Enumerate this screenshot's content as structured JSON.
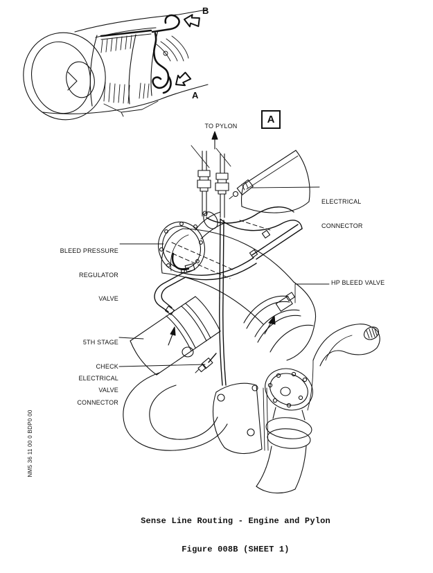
{
  "figure": {
    "caption_line1": "Sense Line Routing - Engine and Pylon",
    "caption_line2": "Figure 008B (SHEET 1)",
    "side_number": "NM5 36 11 00 0 BDP0 00"
  },
  "inset": {
    "view_b_label": "B",
    "view_a_label": "A"
  },
  "detail_view_marker": "A",
  "labels": {
    "to_pylon": "TO PYLON",
    "electrical_connector_top": [
      "ELECTRICAL",
      "CONNECTOR"
    ],
    "bleed_pressure_regulator_valve": [
      "BLEED PRESSURE",
      "REGULATOR",
      "VALVE"
    ],
    "hp_bleed_valve": "HP BLEED VALVE",
    "fifth_stage_check_valve": [
      "5TH STAGE",
      "CHECK",
      "VALVE"
    ],
    "electrical_connector_bottom": [
      "ELECTRICAL",
      "CONNECTOR"
    ]
  },
  "colors": {
    "ink": "#111111",
    "paper": "#ffffff"
  }
}
